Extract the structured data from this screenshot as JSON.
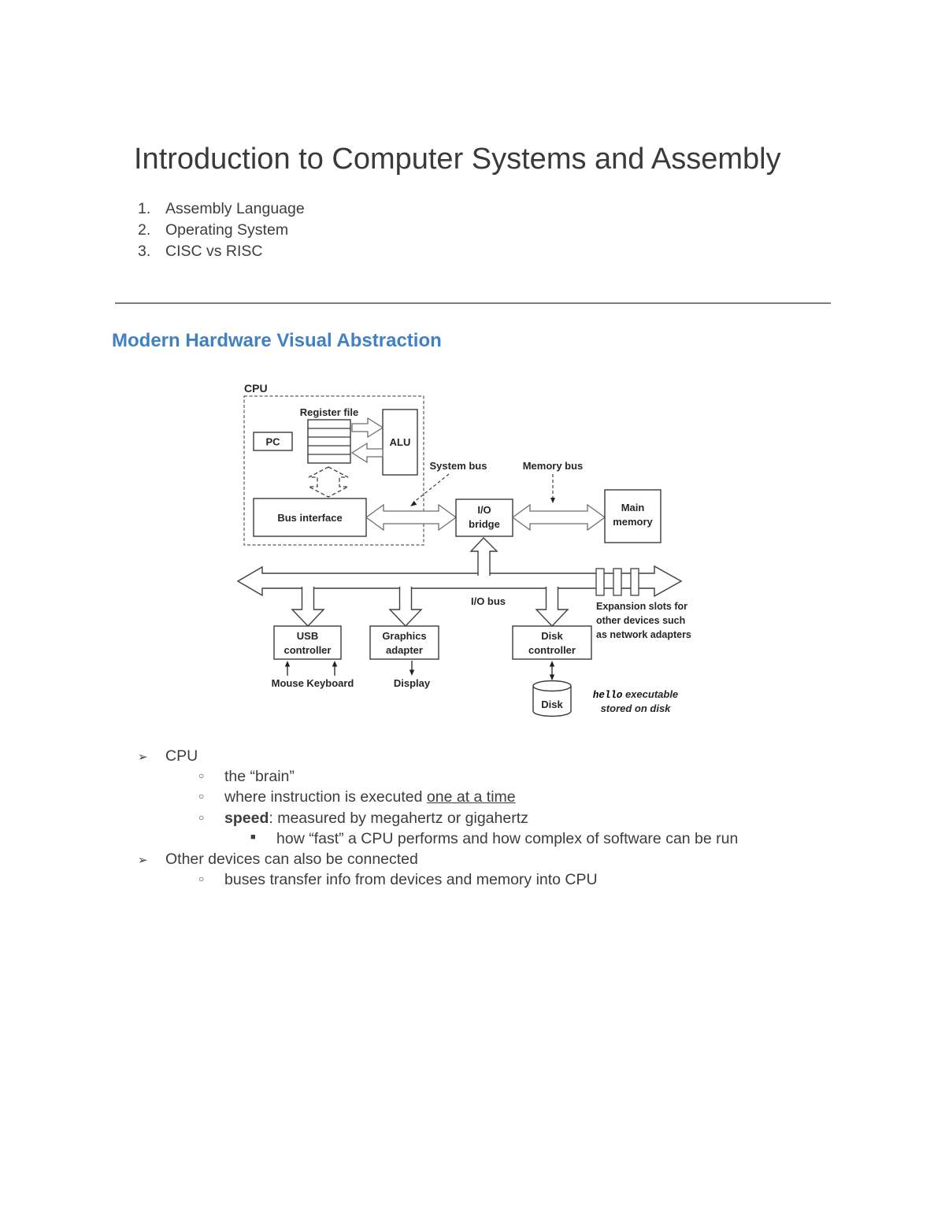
{
  "doc": {
    "title": "Introduction to Computer Systems and Assembly",
    "numbered_list": [
      {
        "num": "1.",
        "text": "Assembly Language"
      },
      {
        "num": "2.",
        "text": "Operating System"
      },
      {
        "num": "3.",
        "text": "CISC vs RISC"
      }
    ],
    "section_heading": "Modern Hardware Visual Abstraction",
    "colors": {
      "heading_blue": "#4181c3",
      "body_text": "#3d3d3d",
      "divider_gray": "#7c7c7c"
    }
  },
  "diagram": {
    "cpu_label": "CPU",
    "register_file_label": "Register file",
    "pc_label": "PC",
    "alu_label": "ALU",
    "bus_interface_label": "Bus interface",
    "system_bus_label": "System bus",
    "memory_bus_label": "Memory bus",
    "io_bridge_line1": "I/O",
    "io_bridge_line2": "bridge",
    "main_memory_line1": "Main",
    "main_memory_line2": "memory",
    "io_bus_label": "I/O bus",
    "expansion_line1": "Expansion slots for",
    "expansion_line2": "other devices such",
    "expansion_line3": "as network adapters",
    "usb_line1": "USB",
    "usb_line2": "controller",
    "graphics_line1": "Graphics",
    "graphics_line2": "adapter",
    "disk_ctrl_line1": "Disk",
    "disk_ctrl_line2": "controller",
    "mouse_keyboard_label": "Mouse Keyboard",
    "display_label": "Display",
    "disk_label": "Disk",
    "hello_code": "hello",
    "hello_suffix": " executable",
    "stored_line": "stored on disk"
  },
  "bullets": {
    "glyph_l1": "➢",
    "glyph_l2": "○",
    "glyph_l3": "■",
    "cpu": "CPU",
    "brain": "the “brain”",
    "where_prefix": "where instruction is executed ",
    "where_underlined": "one at a time",
    "speed_term": "speed",
    "speed_rest": ": measured by megahertz or gigahertz",
    "fast_line": "how “fast” a CPU performs and how complex of software can be run",
    "other_devices": "Other devices can also be connected",
    "buses_line": "buses transfer info from devices and memory into CPU"
  }
}
